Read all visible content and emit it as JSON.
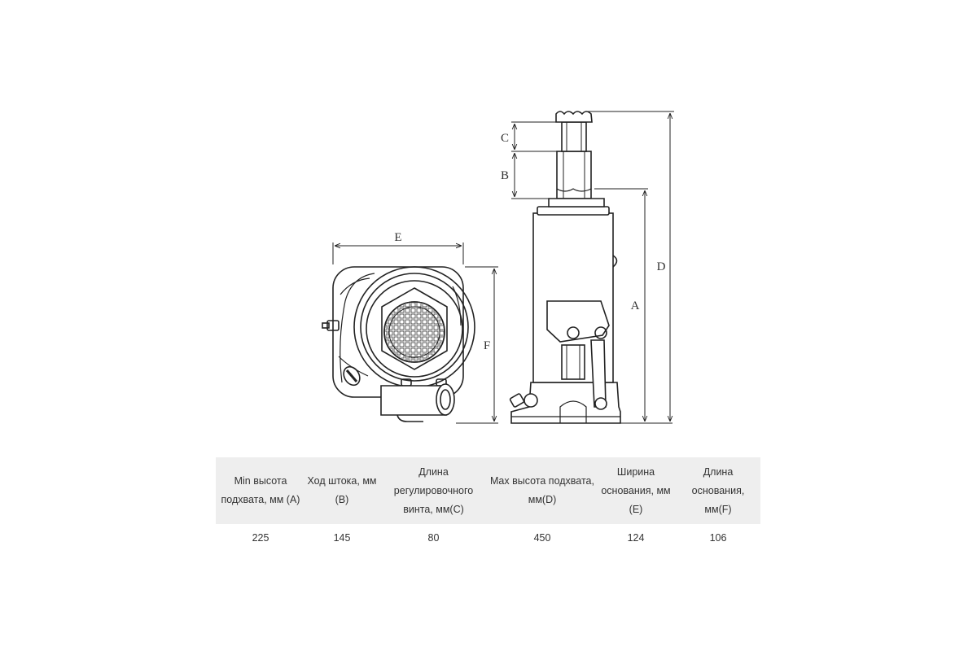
{
  "diagram": {
    "dimension_labels": {
      "a": "A",
      "b": "B",
      "c": "C",
      "d": "D",
      "e": "E",
      "f": "F"
    }
  },
  "table": {
    "headers": [
      "Min высота подхвата, мм (A)",
      "Ход штока, мм (B)",
      "Длина регулировочного винта, мм(C)",
      "Max высота подхвата, мм(D)",
      "Ширина основания, мм (E)",
      "Длина основания, мм(F)"
    ],
    "rows": [
      [
        "225",
        "145",
        "80",
        "450",
        "124",
        "106"
      ]
    ]
  }
}
